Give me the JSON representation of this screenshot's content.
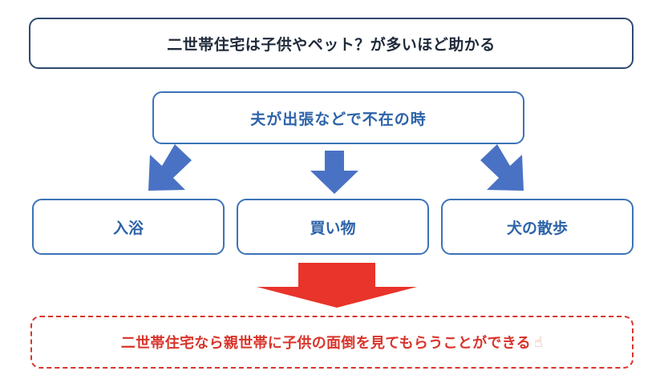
{
  "title": "二世帯住宅は子供やペット？が多いほど助かる",
  "cause": "夫が出張などで不在の時",
  "items": [
    {
      "label": "入浴"
    },
    {
      "label": "買い物"
    },
    {
      "label": "犬の散歩"
    }
  ],
  "conclusion": {
    "text": "二世帯住宅なら親世帯に子供の面倒を見てもらうことができる",
    "icon": "pointing-finger-icon"
  },
  "colors": {
    "title_border": "#2f4a6e",
    "box_border": "#3c73b8",
    "box_text": "#2d63a8",
    "small_arrow": "#4a72c4",
    "big_arrow": "#e8342a",
    "conclusion_border": "#d9342b"
  }
}
